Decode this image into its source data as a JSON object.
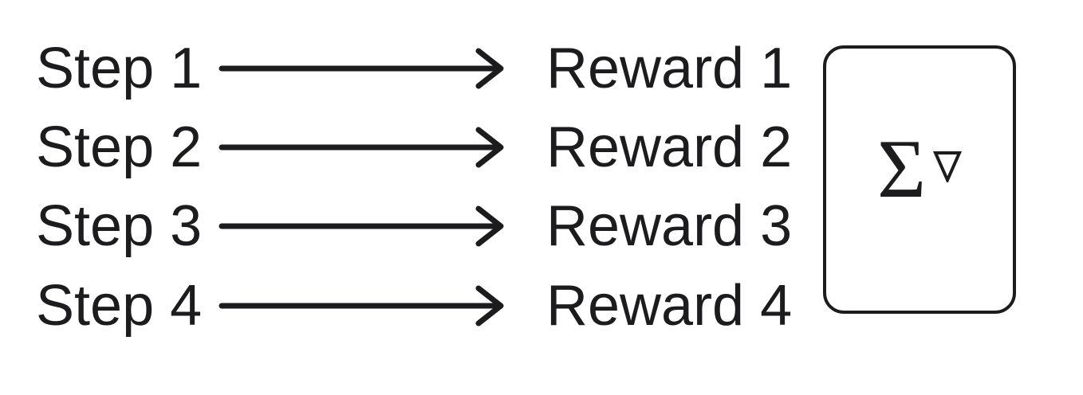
{
  "diagram": {
    "rows": [
      {
        "step_label": "Step 1",
        "reward_label": "Reward 1"
      },
      {
        "step_label": "Step 2",
        "reward_label": "Reward 2"
      },
      {
        "step_label": "Step 3",
        "reward_label": "Reward 3"
      },
      {
        "step_label": "Step 4",
        "reward_label": "Reward 4"
      }
    ],
    "aggregator_box": {
      "sigma_symbol": "Σ",
      "nabla_symbol": "∇"
    },
    "icons": {
      "right_arrow": "→",
      "nabla": "∇"
    },
    "colors": {
      "text": "#1c1c1e",
      "stroke": "#1c1c1e",
      "background": "#ffffff"
    }
  }
}
